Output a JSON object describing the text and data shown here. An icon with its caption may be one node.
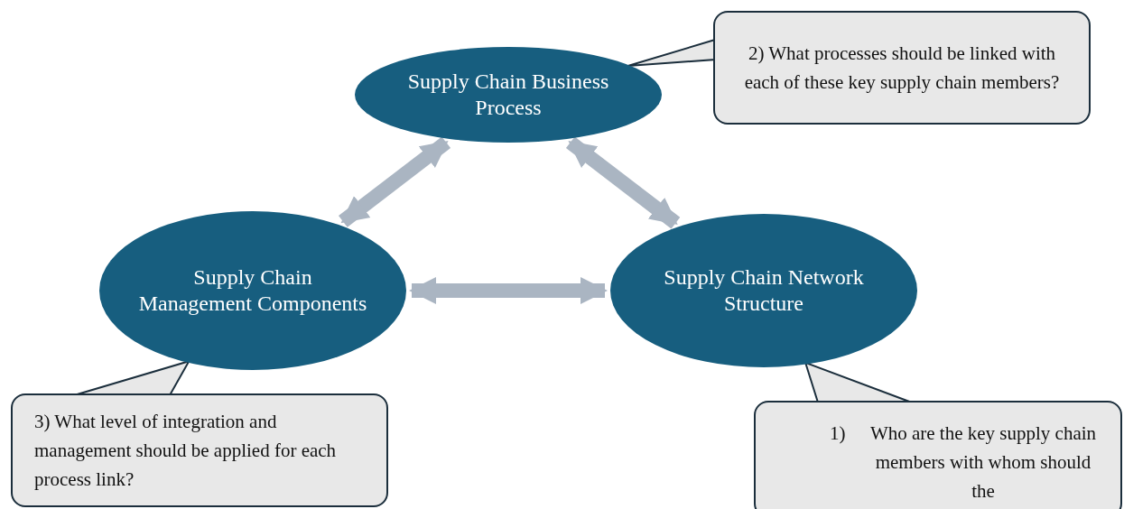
{
  "diagram": {
    "nodes": [
      {
        "text": [
          "Supply Chain Business Process"
        ]
      },
      {
        "text": [
          "Supply Chain Management Components"
        ]
      },
      {
        "text": [
          "Supply Chain Network Structure"
        ]
      },
      {
        "text": [
          "2) What processes should be linked with each of these key supply chain members?"
        ]
      },
      {
        "text": [
          "3) What level of integration and management should be applied for each process link?"
        ]
      },
      {
        "text": [
          "1)",
          "Who are the key supply chain members with whom should the"
        ]
      }
    ],
    "edges": [
      {
        "from": 0,
        "to": 1,
        "arrow": "both",
        "color": "#aab5c2"
      },
      {
        "from": 0,
        "to": 2,
        "arrow": "both",
        "color": "#aab5c2"
      },
      {
        "from": 1,
        "to": 2,
        "arrow": "both",
        "color": "#aab5c2"
      },
      {
        "from": 3,
        "to": 0,
        "arrow": "none"
      },
      {
        "from": 4,
        "to": 1,
        "arrow": "none"
      },
      {
        "from": 5,
        "to": 2,
        "arrow": "none"
      }
    ]
  }
}
